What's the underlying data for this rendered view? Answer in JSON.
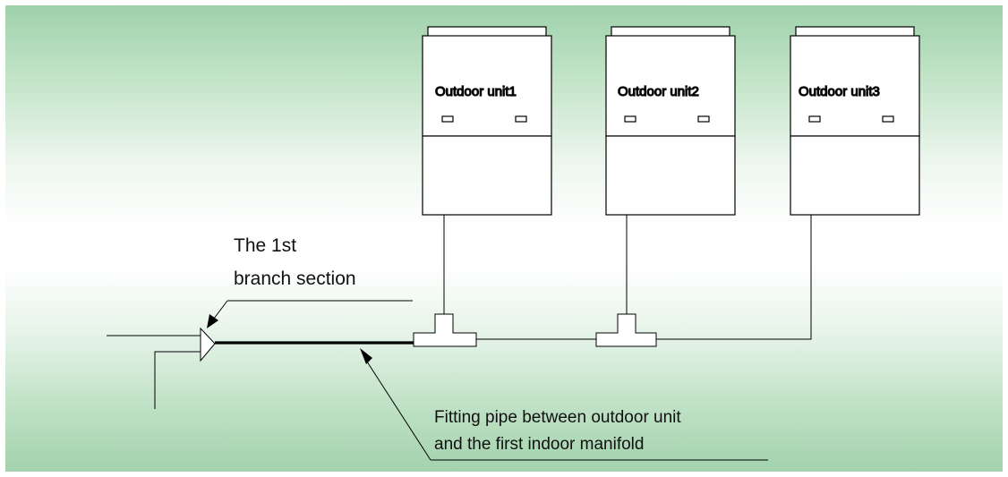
{
  "diagram": {
    "outdoor_units": [
      {
        "label": "Outdoor unit1"
      },
      {
        "label": "Outdoor unit2"
      },
      {
        "label": "Outdoor unit3"
      }
    ],
    "branch_label": {
      "line1": "The 1st",
      "line2": "branch section"
    },
    "pipe_label": {
      "line1": "Fitting pipe between outdoor unit",
      "line2": "and the first indoor manifold"
    }
  }
}
